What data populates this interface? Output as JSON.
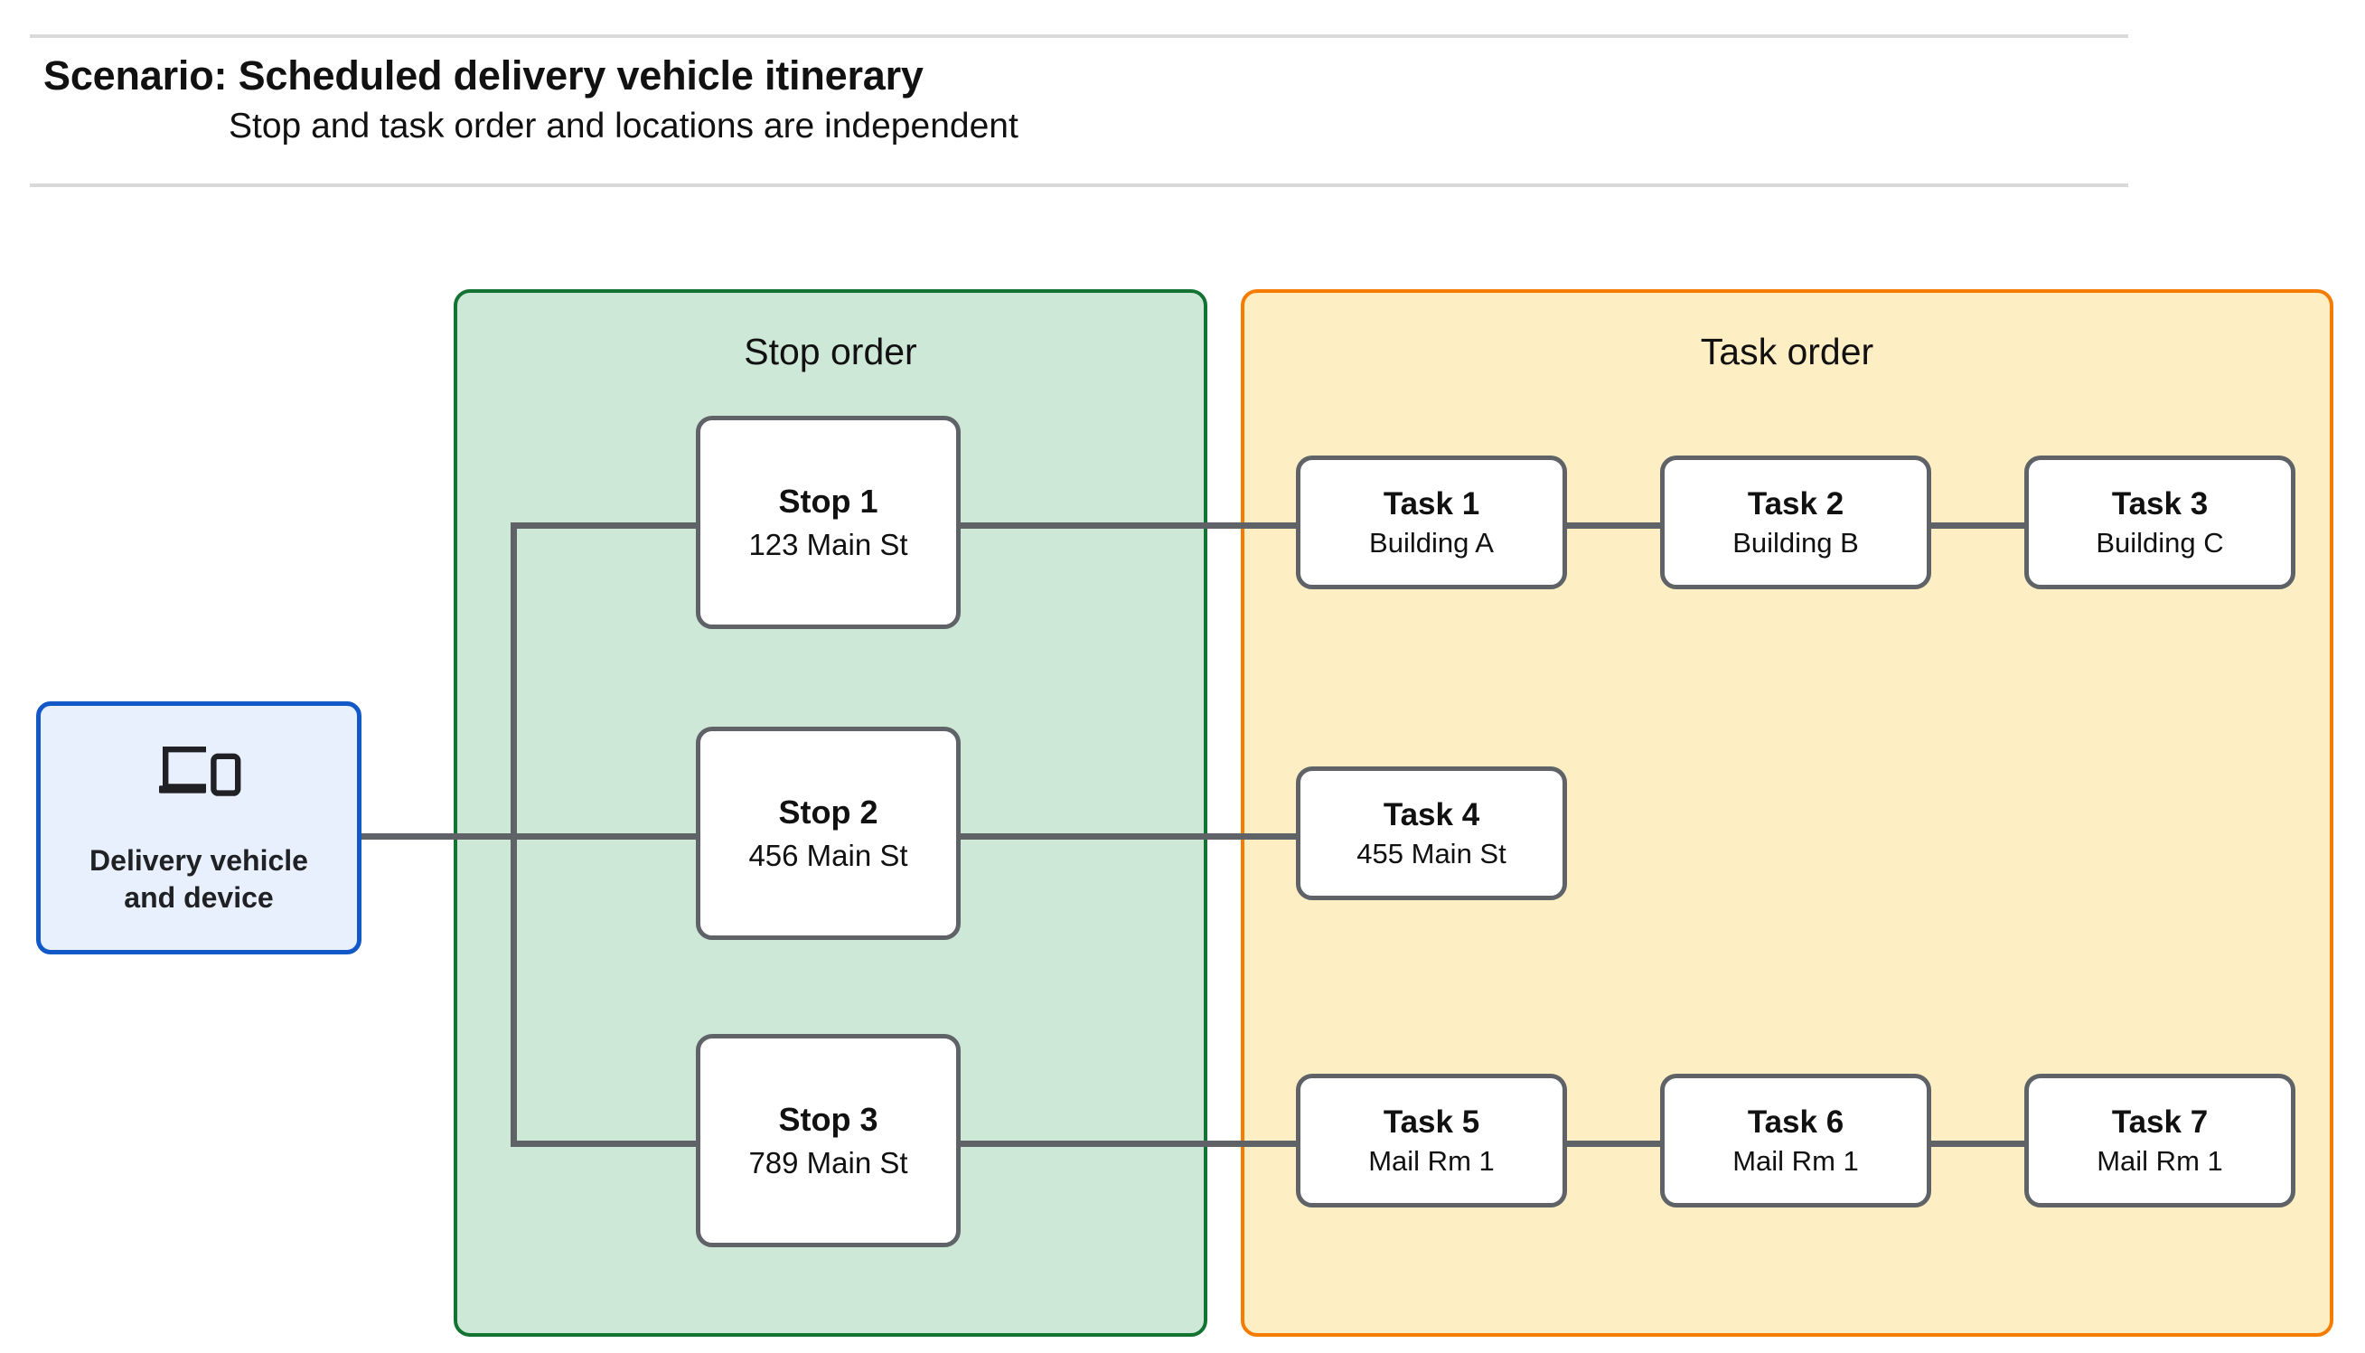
{
  "header": {
    "title": "Scenario: Scheduled delivery vehicle itinerary",
    "subtitle": "Stop and task order and locations are independent"
  },
  "device": {
    "label": "Delivery vehicle\nand device",
    "icon": "laptop-and-phone-icon",
    "border_color": "#1258c7",
    "fill_color": "#e8f0fe"
  },
  "stop_group": {
    "title": "Stop order",
    "fill_color": "#cee8d8",
    "border_color": "#137333",
    "stops": [
      {
        "title": "Stop 1",
        "address": "123 Main St"
      },
      {
        "title": "Stop 2",
        "address": "456 Main St"
      },
      {
        "title": "Stop 3",
        "address": "789 Main St"
      }
    ]
  },
  "task_group": {
    "title": "Task order",
    "fill_color": "#fdeec3",
    "border_color": "#f57c00",
    "rows": [
      {
        "tasks": [
          {
            "title": "Task 1",
            "location": "Building A"
          },
          {
            "title": "Task 2",
            "location": "Building B"
          },
          {
            "title": "Task 3",
            "location": "Building C"
          }
        ]
      },
      {
        "tasks": [
          {
            "title": "Task 4",
            "location": "455 Main St"
          }
        ]
      },
      {
        "tasks": [
          {
            "title": "Task 5",
            "location": "Mail Rm 1"
          },
          {
            "title": "Task 6",
            "location": "Mail Rm 1"
          },
          {
            "title": "Task 7",
            "location": "Mail Rm 1"
          }
        ]
      }
    ]
  },
  "connector_color": "#5f6368"
}
